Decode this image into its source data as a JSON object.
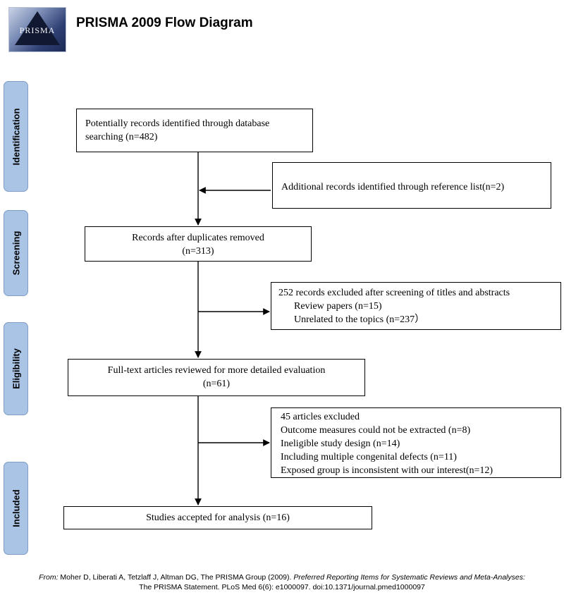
{
  "header": {
    "logo_text": "PRISMA",
    "title": "PRISMA 2009 Flow Diagram"
  },
  "stages": {
    "identification": "Identification",
    "screening": "Screening",
    "eligibility": "Eligibility",
    "included": "Included"
  },
  "boxes": {
    "identified": {
      "lines": [
        "Potentially records identified through database",
        "searching (n=482)"
      ]
    },
    "additional": {
      "lines": [
        "Additional records identified through reference list(n=2)"
      ]
    },
    "duplicates_removed": {
      "lines": [
        "Records after duplicates removed",
        "(n=313)"
      ]
    },
    "excluded_screening": {
      "lines": [
        "252 records excluded after screening of titles and abstracts",
        "Review papers (n=15)",
        "Unrelated to the topics (n=237）"
      ]
    },
    "full_text": {
      "lines": [
        "Full-text articles reviewed for more detailed evaluation",
        "(n=61)"
      ]
    },
    "excluded_fulltext": {
      "lines": [
        "45 articles excluded",
        "Outcome measures could not be extracted (n=8)",
        "Ineligible study design (n=14)",
        "Including multiple congenital defects (n=11)",
        "Exposed group is inconsistent with our interest(n=12)"
      ]
    },
    "included": {
      "lines": [
        "Studies accepted for analysis (n=16)"
      ]
    }
  },
  "citation": {
    "from_label": "From:",
    "line1_a": " Moher D, Liberati A, Tetzlaff J, Altman DG, The PRISMA Group (2009). ",
    "line1_title": "Preferred Reporting Items for Systematic Reviews and Meta-Analyses:",
    "line2": "The PRISMA Statement. PLoS Med 6(6): e1000097. doi:10.1371/journal.pmed1000097"
  }
}
